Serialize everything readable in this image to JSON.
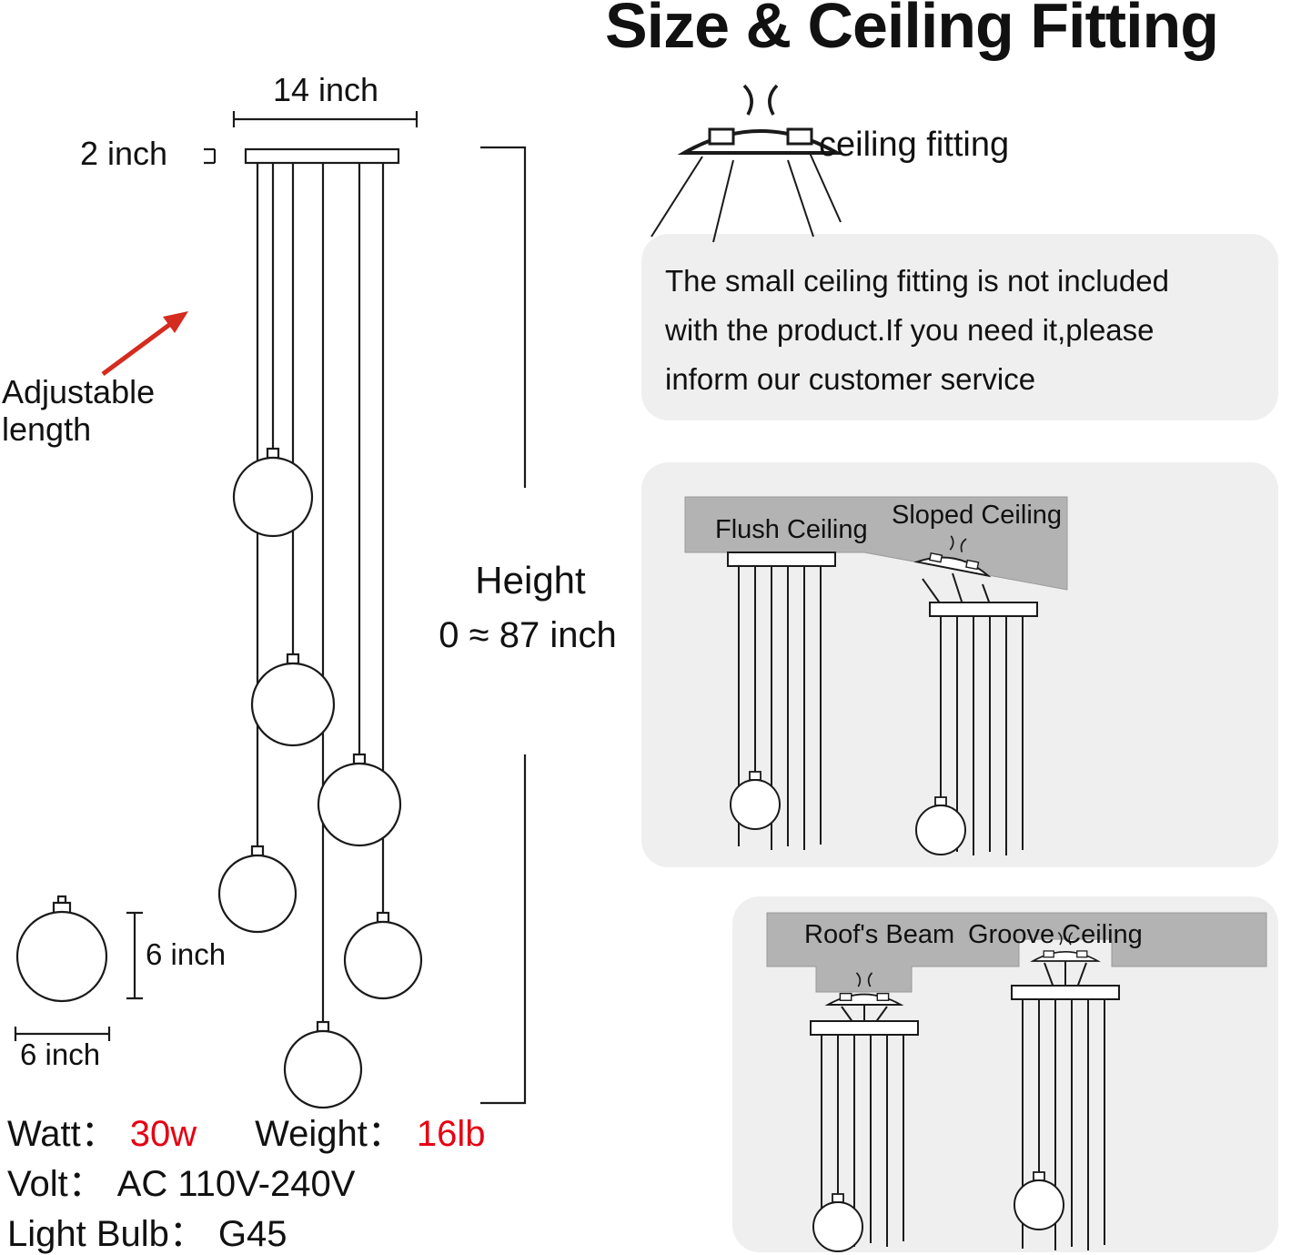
{
  "title": "Size & Ceiling Fitting",
  "pendant_diagram": {
    "canopy_width_label": "14 inch",
    "canopy_thickness_label": "2 inch",
    "adjustable_label": "Adjustable length",
    "height_label": "Height",
    "height_range": "0 ≈ 87 inch",
    "globe_diameter_vertical": "6 inch",
    "globe_diameter_horizontal": "6 inch"
  },
  "specs": {
    "watt_label": "Watt：",
    "watt_value": "30w",
    "weight_label": "Weight：",
    "weight_value": "16lb",
    "volt_label": "Volt：",
    "volt_value": "AC 110V-240V",
    "bulb_label": "Light Bulb：",
    "bulb_value": "G45"
  },
  "ceiling_fitting": {
    "label": "ceiling fitting",
    "note": "The small ceiling fitting is not included\nwith the product.If you need it,please\ninform our customer service"
  },
  "mounting_panels": {
    "flush_label": "Flush Ceiling",
    "sloped_label": "Sloped Ceiling",
    "beam_label": "Roof's Beam",
    "groove_label": "Groove Ceiling"
  },
  "colors": {
    "accent_red": "#e60012",
    "panel_gray": "#efefef",
    "ceiling_gray": "#b3b3b3"
  }
}
